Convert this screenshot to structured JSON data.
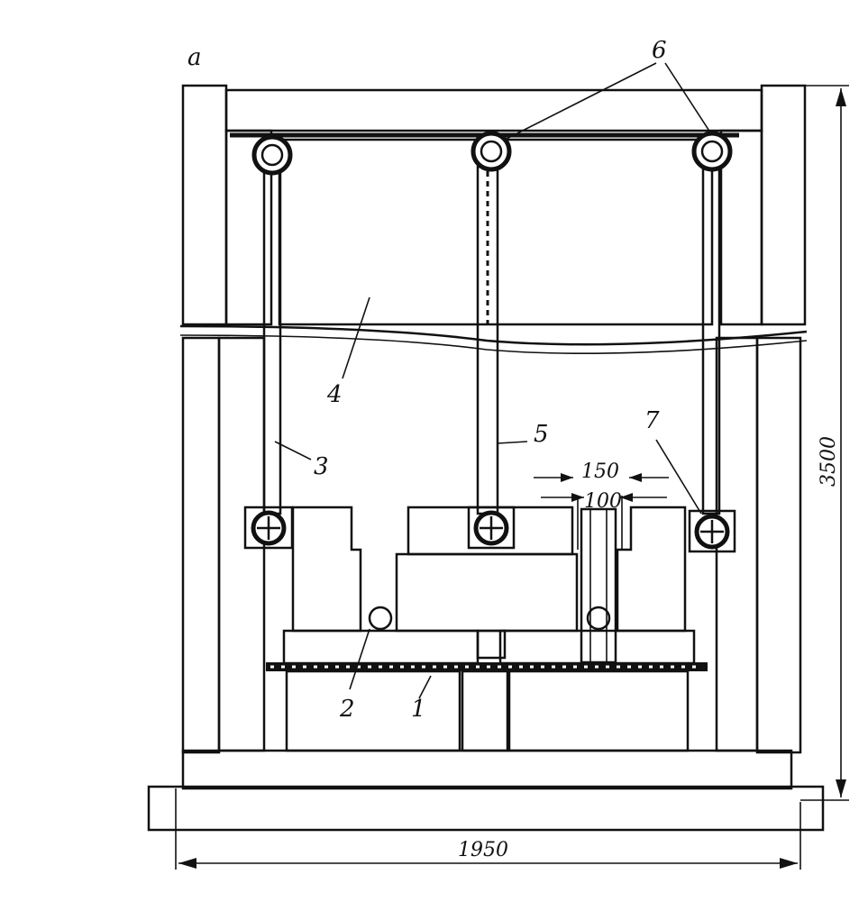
{
  "figure": {
    "panel_letter": "a",
    "labels": {
      "l1": "1",
      "l2": "2",
      "l3": "3",
      "l4": "4",
      "l5": "5",
      "l6": "6",
      "l7": "7"
    },
    "dimensions": {
      "height": "3500",
      "width": "1950",
      "gap_outer": "150",
      "gap_inner": "100"
    }
  }
}
